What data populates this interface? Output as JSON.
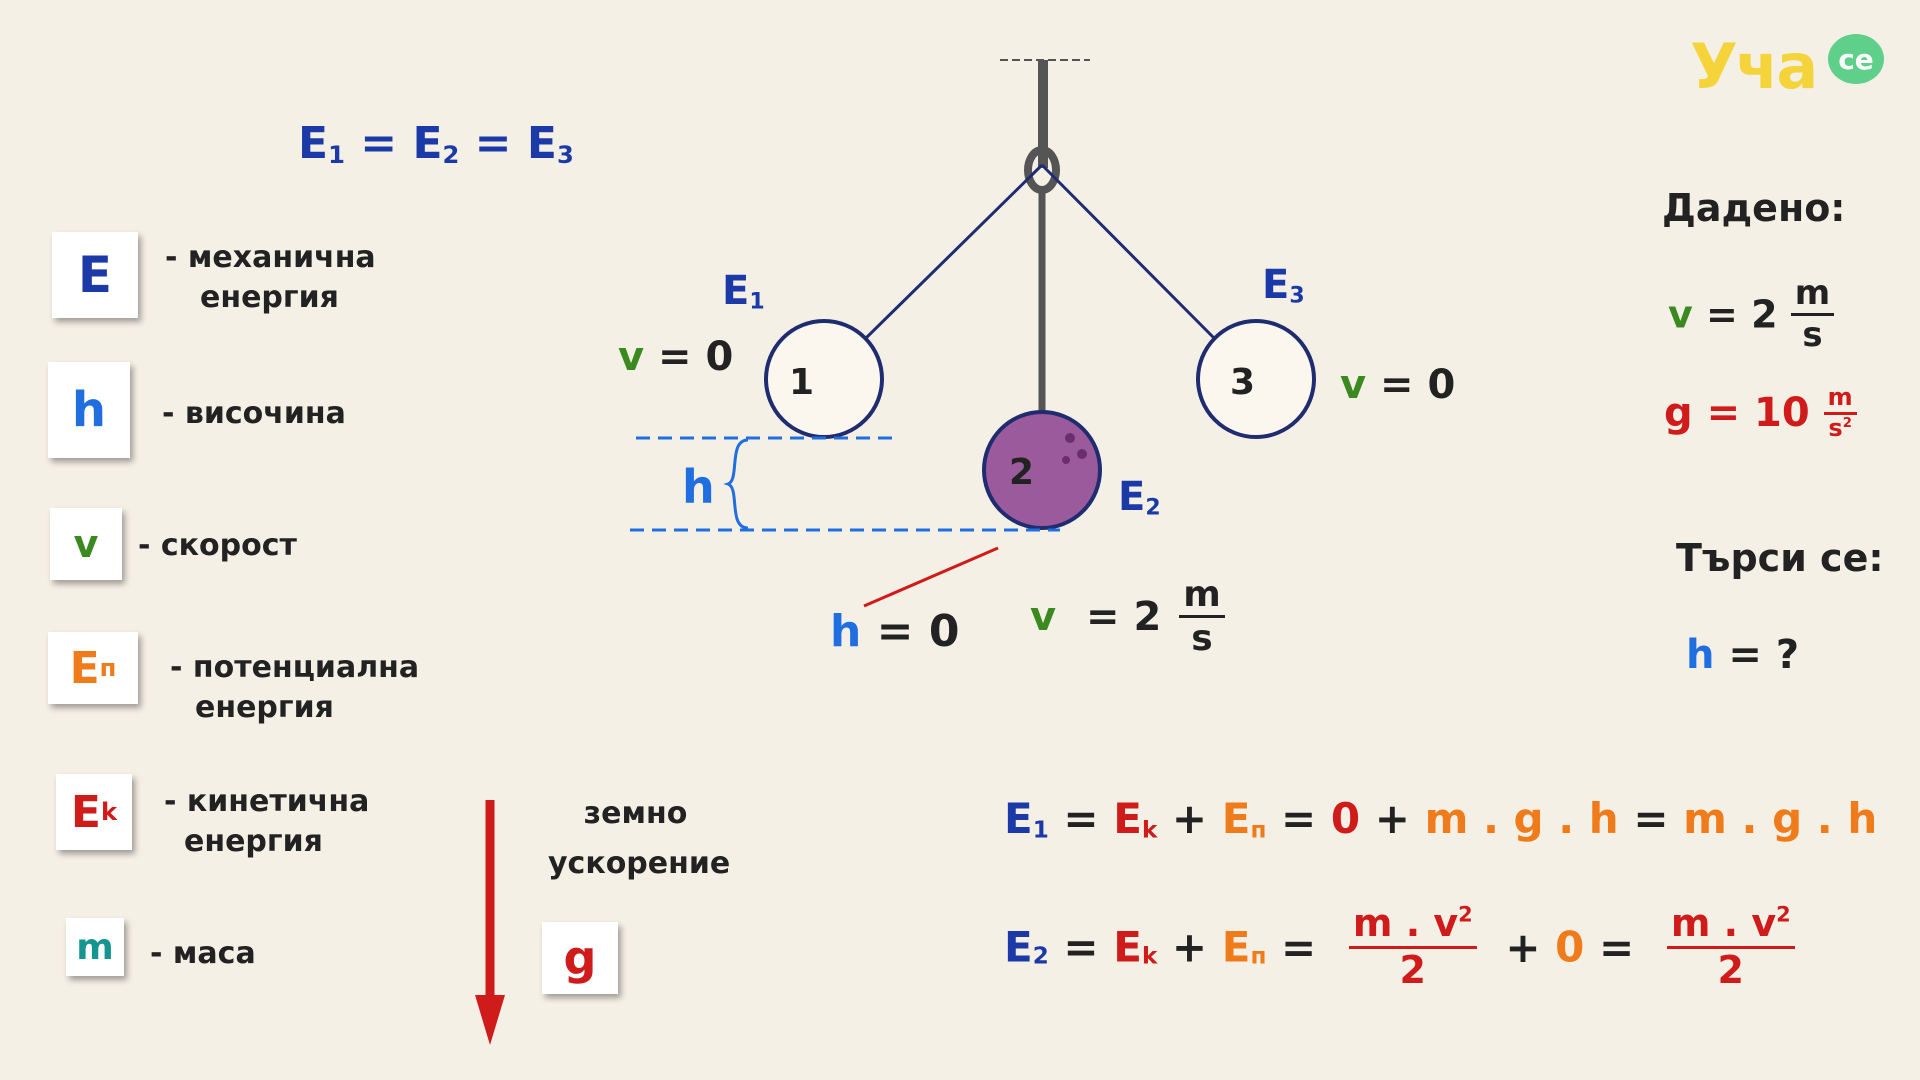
{
  "logo": {
    "text": "Уча",
    "badge": "се"
  },
  "conservation": {
    "E1": "E",
    "s1": "1",
    "eq1": "=",
    "E2": "E",
    "s2": "2",
    "eq2": "=",
    "E3": "E",
    "s3": "3"
  },
  "legend": [
    {
      "symbol": "E",
      "sub": "",
      "desc1": "- механична",
      "desc2": "енергия"
    },
    {
      "symbol": "h",
      "sub": "",
      "desc1": "- височина",
      "desc2": ""
    },
    {
      "symbol": "v",
      "sub": "",
      "desc1": "- скорост",
      "desc2": ""
    },
    {
      "symbol": "E",
      "sub": "п",
      "desc1": "- потенциална",
      "desc2": "енергия"
    },
    {
      "symbol": "E",
      "sub": "k",
      "desc1": "- кинетична",
      "desc2": "енергия"
    },
    {
      "symbol": "m",
      "sub": "",
      "desc1": "- маса",
      "desc2": ""
    }
  ],
  "gravity": {
    "label1": "земно",
    "label2": "ускорение",
    "symbol": "g"
  },
  "pendulum": {
    "ball1": {
      "num": "1",
      "E": "E",
      "Esub": "1",
      "v_sym": "v",
      "v_eq": "= 0"
    },
    "ball2": {
      "num": "2",
      "E": "E",
      "Esub": "2",
      "v_sym": "v",
      "v_eq": "= 2",
      "unit_num": "m",
      "unit_den": "s"
    },
    "ball3": {
      "num": "3",
      "E": "E",
      "Esub": "3",
      "v_sym": "v",
      "v_eq": "= 0"
    },
    "h_label": "h",
    "h0_sym": "h",
    "h0_eq": "= 0"
  },
  "given": {
    "title": "Дадено:",
    "v_sym": "v",
    "v_eq": "= 2",
    "v_unit_num": "m",
    "v_unit_den": "s",
    "g_sym": "g",
    "g_eq": "= 10",
    "g_unit_num": "m",
    "g_unit_den": "s",
    "g_unit_pow": "2"
  },
  "find": {
    "title": "Търси се:",
    "h_sym": "h",
    "h_eq": "= ?"
  },
  "formula1": {
    "E": "E",
    "Esub": "1",
    "eq1": "=",
    "Ek": "E",
    "Eksub": "k",
    "plus1": "+",
    "Ep": "E",
    "Epsub": "п",
    "eq2": "=",
    "zero": "0",
    "plus2": "+",
    "mgh1": "m . g . h",
    "eq3": "=",
    "mgh2": "m . g . h"
  },
  "formula2": {
    "E": "E",
    "Esub": "2",
    "eq1": "=",
    "Ek": "E",
    "Eksub": "k",
    "plus1": "+",
    "Ep": "E",
    "Epsub": "п",
    "eq2": "=",
    "frac1_num": "m . v",
    "frac1_pow": "2",
    "frac1_den": "2",
    "plus2": "+ ",
    "zero": "0",
    "eq3": "=",
    "frac2_num": "m . v",
    "frac2_pow": "2",
    "frac2_den": "2"
  },
  "colors": {
    "background": "#f5f0e6",
    "blue": "#1b3aa8",
    "light_blue": "#1f6fe0",
    "green": "#3a8a1f",
    "red": "#d01b1b",
    "orange": "#ef7b1a",
    "teal": "#14958f",
    "ball": "#9b5a9c",
    "logo_yellow": "#f4d43a",
    "logo_green": "#5fd08a"
  }
}
